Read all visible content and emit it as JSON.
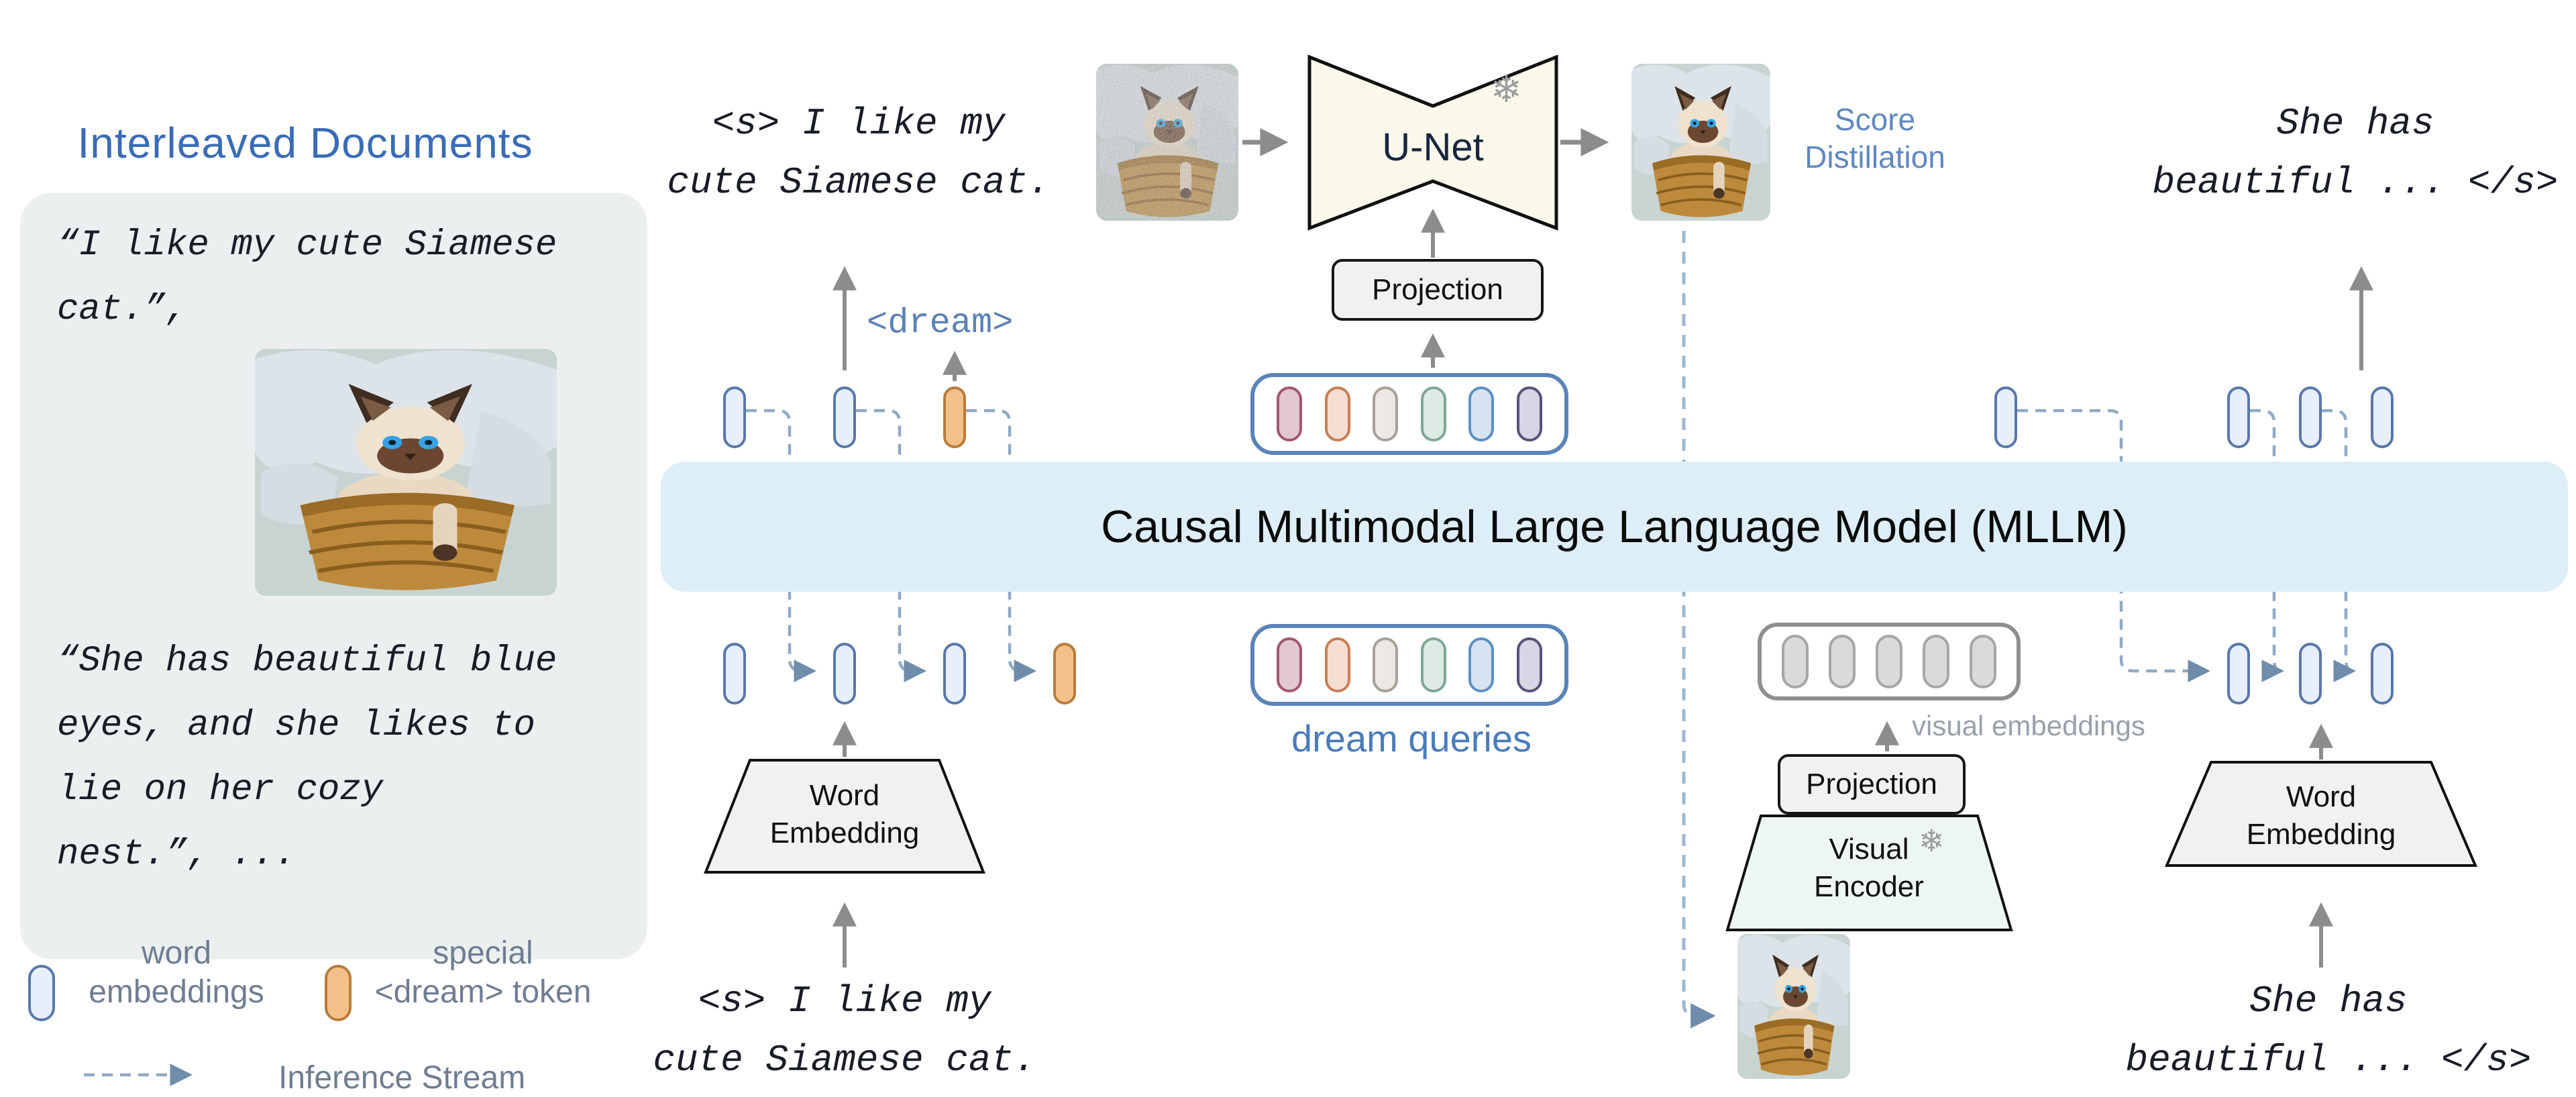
{
  "interleaved": {
    "title": "Interleaved Documents",
    "quote1_lines": [
      "“I like my cute Siamese",
      "cat.”,"
    ],
    "quote2_lines": [
      "“She has beautiful blue",
      "eyes, and she likes to",
      "lie on her cozy",
      "nest.”, ..."
    ]
  },
  "legend": {
    "word_embeddings_line1": "word",
    "word_embeddings_line2": "embeddings",
    "special_token_line1": "special",
    "special_token_line2": "<dream> token",
    "inference_stream": "Inference Stream"
  },
  "left_branch": {
    "output_line1": "<s> I like my",
    "output_line2": "cute Siamese cat.",
    "dream_token": "<dream>",
    "word_embedding_line1": "Word",
    "word_embedding_line2": "Embedding",
    "input_line1": "<s> I like my",
    "input_line2": "cute Siamese cat."
  },
  "diffusion": {
    "unet_label": "U-Net",
    "projection_label": "Projection",
    "score_distillation_line1": "Score",
    "score_distillation_line2": "Distillation",
    "frozen_icon": "❄"
  },
  "mllm": {
    "label": "Causal Multimodal Large Language Model (MLLM)"
  },
  "dream_queries": {
    "label": "dream queries",
    "pill_colors": [
      {
        "fill": "#e2c6d0",
        "border": "#a25870"
      },
      {
        "fill": "#f4ded2",
        "border": "#c87e55"
      },
      {
        "fill": "#eee8e4",
        "border": "#a7a19b"
      },
      {
        "fill": "#deeae4",
        "border": "#7da794"
      },
      {
        "fill": "#d7e3f0",
        "border": "#5d8fc4"
      },
      {
        "fill": "#d6d6e5",
        "border": "#575379"
      }
    ]
  },
  "visual_branch": {
    "projection_label": "Projection",
    "encoder_line1": "Visual",
    "encoder_line2": "Encoder",
    "embeddings_label": "visual embeddings",
    "frozen_icon": "❄"
  },
  "right_branch": {
    "output_line1": "She has",
    "output_line2": "beautiful ... </s>",
    "word_embedding_line1": "Word",
    "word_embedding_line2": "Embedding",
    "input_line1": "She has",
    "input_line2": "beautiful ... </s>"
  },
  "colors": {
    "mllm_band": "#ddeef7",
    "accent_blue": "#3a6cb5",
    "stream_dash": "#8fa9c4",
    "word_pill_fill": "#e8effa",
    "word_pill_border": "#5878a8",
    "dream_pill_fill": "#f2c189",
    "dream_pill_border": "#b97c3b",
    "unet_fill": "#f9f8ea",
    "encoder_fill": "#edf6f1",
    "arrow_gray": "#8c8c8c"
  }
}
